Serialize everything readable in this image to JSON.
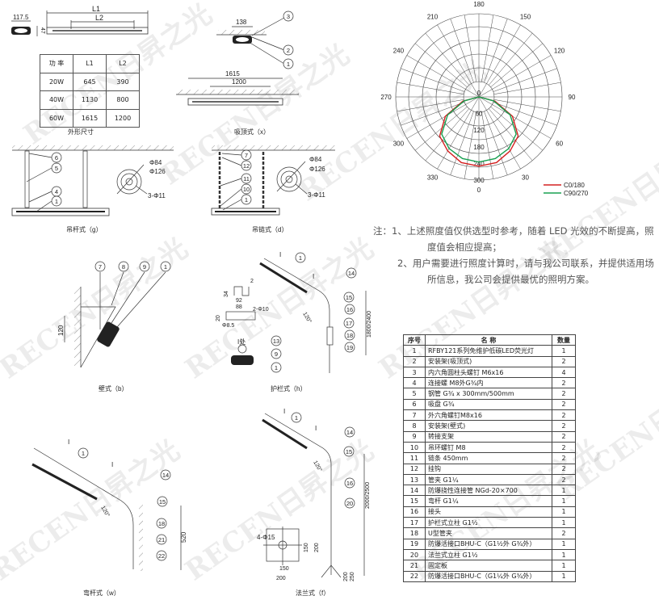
{
  "watermark": "RECEN日昇之光",
  "dimension_drawing": {
    "width_label": "117.5",
    "height_label": "47",
    "l1": "L1",
    "l2": "L2"
  },
  "dimension_table": {
    "headers": [
      "功 率",
      "L1",
      "L2"
    ],
    "rows": [
      [
        "20W",
        "645",
        "390"
      ],
      [
        "40W",
        "1130",
        "800"
      ],
      [
        "60W",
        "1615",
        "1200"
      ]
    ],
    "caption": "外形尺寸"
  },
  "views": {
    "ceiling": {
      "caption": "吸顶式（x）",
      "dims": [
        "138",
        "1615",
        "1200"
      ],
      "callouts": [
        "3",
        "2",
        "1"
      ]
    },
    "rod": {
      "caption": "吊杆式（g）",
      "callouts": [
        "6",
        "5",
        "4",
        "1"
      ],
      "flange": [
        "Φ84",
        "Φ126",
        "3-Φ11"
      ]
    },
    "chain": {
      "caption": "吊链式（d）",
      "callouts": [
        "7",
        "12",
        "11",
        "10",
        "1"
      ],
      "flange": [
        "Φ84",
        "Φ126",
        "3-Φ11"
      ]
    },
    "wall": {
      "caption": "壁式（b）",
      "callouts": [
        "7",
        "8",
        "9",
        "1"
      ],
      "dims": [
        "120"
      ]
    },
    "guardrail": {
      "caption": "护栏式（h）",
      "callouts": [
        "I",
        "1",
        "I",
        "14",
        "15",
        "16",
        "17",
        "18",
        "19",
        "13",
        "9",
        "1"
      ],
      "dims": [
        "2",
        "34",
        "92",
        "88",
        "2-Φ10",
        "20",
        "Φ8.5",
        "120°",
        "1800/2400"
      ],
      "detail_label": "I处"
    },
    "bent": {
      "caption": "弯杆式（w）",
      "callouts": [
        "I",
        "1",
        "I",
        "14",
        "15",
        "18",
        "21",
        "22"
      ],
      "dims": [
        "120°",
        "520"
      ]
    },
    "flange": {
      "caption": "法兰式（f）",
      "callouts": [
        "I",
        "1",
        "I",
        "14",
        "15",
        "16",
        "20"
      ],
      "dims": [
        "120°",
        "2000/2500",
        "4-Φ15",
        "150",
        "200",
        "150",
        "200",
        "200",
        "250"
      ]
    }
  },
  "chart_data": {
    "type": "polar",
    "angle_labels": [
      "180",
      "150",
      "120",
      "90",
      "60",
      "30",
      "0",
      "330",
      "300",
      "270",
      "240",
      "210"
    ],
    "radial_labels": [
      "0",
      "60",
      "120",
      "180",
      "240",
      "300"
    ],
    "rmax": 300,
    "series": [
      {
        "name": "C0/180",
        "color": "#d42020",
        "angles": [
          -90,
          -75,
          -60,
          -45,
          -30,
          -15,
          0,
          15,
          30,
          45,
          60,
          75,
          90
        ],
        "values": [
          0,
          60,
          140,
          200,
          225,
          245,
          250,
          245,
          225,
          200,
          140,
          60,
          0
        ]
      },
      {
        "name": "C90/270",
        "color": "#18a050",
        "angles": [
          -90,
          -75,
          -60,
          -45,
          -30,
          -15,
          0,
          15,
          30,
          45,
          60,
          75,
          90
        ],
        "values": [
          0,
          55,
          130,
          190,
          215,
          230,
          235,
          230,
          215,
          190,
          130,
          55,
          0
        ]
      }
    ]
  },
  "notes": {
    "prefix": "注：",
    "items": [
      {
        "num": "1、",
        "lines": [
          "上述照度值仅供选型时参考，随着 LED 光效的不断提高，照",
          "度值会相应提高；"
        ]
      },
      {
        "num": "2、",
        "lines": [
          "用户需要进行照度计算时，请与我公司联系，并提供适用场",
          "所信息，我公司会提供最优的照明方案。"
        ]
      }
    ]
  },
  "parts_table": {
    "headers": [
      "序号",
      "名 称",
      "数量"
    ],
    "rows": [
      [
        "1",
        "RFBY121系列免维护低碳LED荧光灯",
        "1"
      ],
      [
        "2",
        "安装架(吸顶式)",
        "2"
      ],
      [
        "3",
        "内六角圆柱头螺钉 M6x16",
        "4"
      ],
      [
        "4",
        "连接螺 M8外G¾内",
        "2"
      ],
      [
        "5",
        "钢管 G¾ x 300mm/500mm",
        "2"
      ],
      [
        "6",
        "吸盘 G¾",
        "2"
      ],
      [
        "7",
        "外六角螺钉M8x16",
        "2"
      ],
      [
        "8",
        "安装架(壁式)",
        "2"
      ],
      [
        "9",
        "转接支架",
        "2"
      ],
      [
        "10",
        "吊环螺钉 M8",
        "2"
      ],
      [
        "11",
        "链条 450mm",
        "2"
      ],
      [
        "12",
        "挂钩",
        "2"
      ],
      [
        "13",
        "管夹 G1¼",
        "2"
      ],
      [
        "14",
        "防爆挠性连接管 NGd-20×700",
        "1"
      ],
      [
        "15",
        "弯杆 G1¼",
        "1"
      ],
      [
        "16",
        "接头",
        "1"
      ],
      [
        "17",
        "护栏式立柱 G1½",
        "1"
      ],
      [
        "18",
        "U型管夹",
        "2"
      ],
      [
        "19",
        "防爆活接口BHU-C（G1½外 G¾外）",
        "1"
      ],
      [
        "20",
        "法兰式立柱 G1½",
        "1"
      ],
      [
        "21",
        "固定板",
        "1"
      ],
      [
        "22",
        "防爆活接口BHU-C（G1¼外 G¾外）",
        "1"
      ]
    ]
  }
}
